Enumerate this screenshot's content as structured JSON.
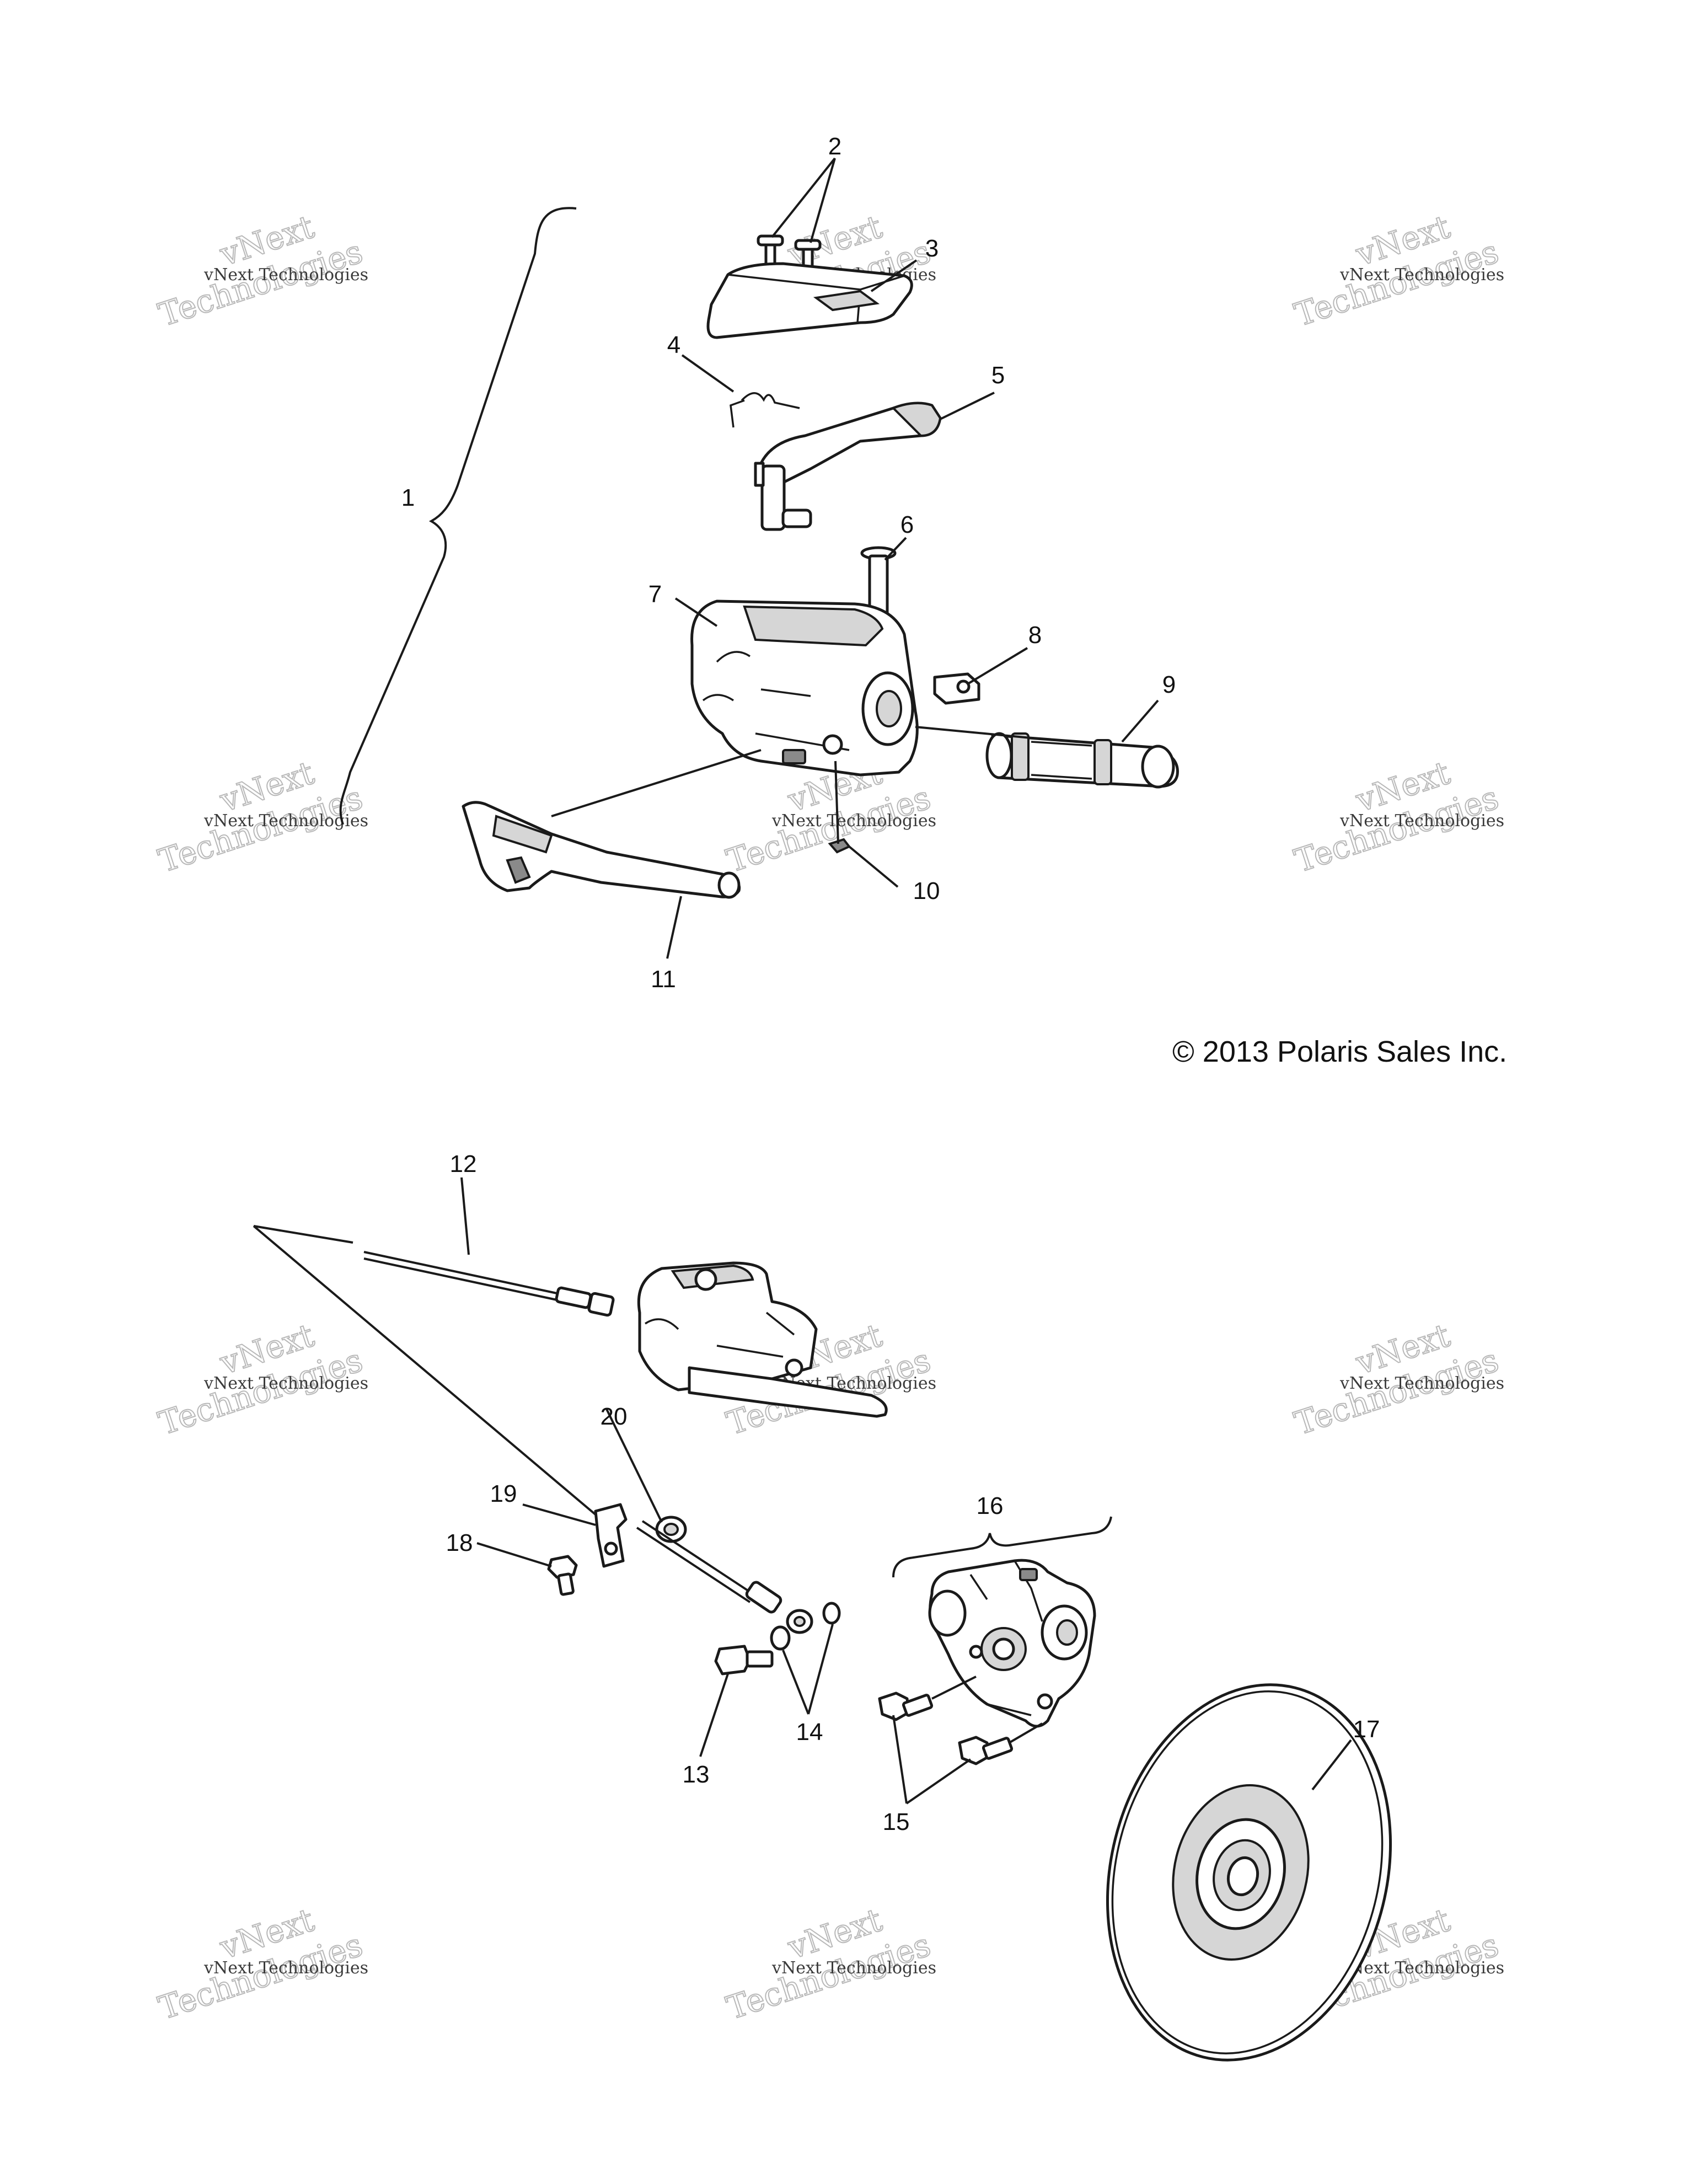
{
  "callouts": [
    "1",
    "2",
    "3",
    "4",
    "5",
    "6",
    "7",
    "8",
    "9",
    "10",
    "11",
    "12",
    "13",
    "14",
    "15",
    "16",
    "17",
    "18",
    "19",
    "20"
  ],
  "copyright": "© 2013 Polaris Sales Inc.",
  "watermark": {
    "line1": "vNext Technologies",
    "big_top": "vNext",
    "big_bottom": "Technologies"
  }
}
